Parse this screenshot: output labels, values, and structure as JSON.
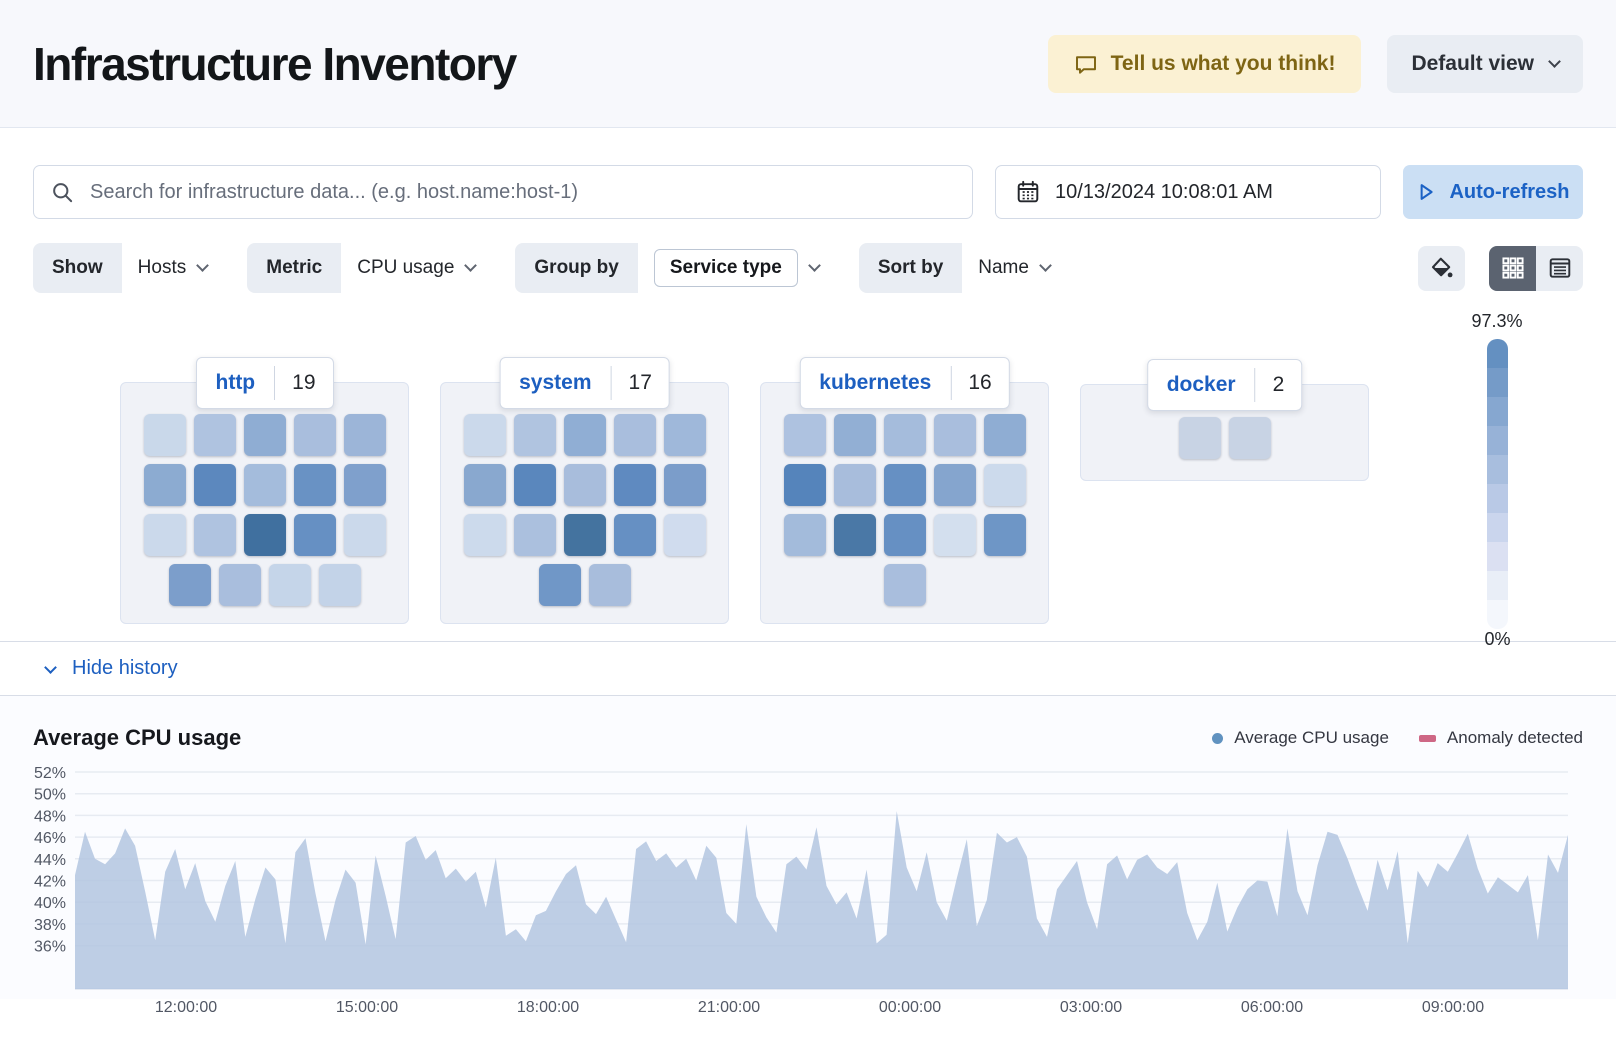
{
  "header": {
    "title": "Infrastructure Inventory",
    "feedback_label": "Tell us what you think!",
    "view_label": "Default view"
  },
  "toolbar": {
    "search_placeholder": "Search for infrastructure data... (e.g. host.name:host-1)",
    "datetime": "10/13/2024 10:08:01 AM",
    "autorefresh_label": "Auto-refresh"
  },
  "filters": {
    "show": {
      "label": "Show",
      "value": "Hosts"
    },
    "metric": {
      "label": "Metric",
      "value": "CPU usage"
    },
    "group_by": {
      "label": "Group by",
      "value": "Service type"
    },
    "sort_by": {
      "label": "Sort by",
      "value": "Name"
    }
  },
  "legend_scale": {
    "max": "97.3%",
    "min": "0%",
    "colors": [
      "#6490c1",
      "#759bc8",
      "#86a7d0",
      "#97b2d7",
      "#a8bede",
      "#b9c9e6",
      "#cad5ed",
      "#dbe0f2",
      "#e9eef7",
      "#f4f7fc"
    ]
  },
  "waffle": {
    "groups": [
      {
        "name": "http",
        "count": 19,
        "rows": [
          [
            "#c9d8ea",
            "#afc3e0",
            "#8fadd3",
            "#a9bedd",
            "#9cb5d8"
          ],
          [
            "#8cabd1",
            "#5c88be",
            "#a4bcdc",
            "#6992c4",
            "#7fa0cc"
          ],
          [
            "#cbd9eb",
            "#afc3e0",
            "#40709f",
            "#6690c3",
            "#cbd9eb"
          ],
          [
            "#7c9ecb",
            "#a9bedd",
            "#c5d5e9",
            "#c3d3e8"
          ]
        ]
      },
      {
        "name": "system",
        "count": 17,
        "rows": [
          [
            "#cbd9eb",
            "#b0c4e0",
            "#90aed4",
            "#a9bedd",
            "#9fb8da"
          ],
          [
            "#89a8cf",
            "#5a87bd",
            "#a8bddc",
            "#5f8ac0",
            "#7b9dca"
          ],
          [
            "#ccdaec",
            "#abc0de",
            "#44739f",
            "#6690c3",
            "#d0dcee"
          ],
          [
            "#7097c7",
            "#a8bddc"
          ]
        ]
      },
      {
        "name": "kubernetes",
        "count": 16,
        "rows": [
          [
            "#aec2e0",
            "#92afd4",
            "#a5bcdc",
            "#a9bedd",
            "#8fadd3"
          ],
          [
            "#5584bb",
            "#a8bddc",
            "#6690c3",
            "#85a5ce",
            "#ccdaec"
          ],
          [
            "#a3bbdb",
            "#4a78a6",
            "#6690c3",
            "#d3dfee",
            "#6e96c6"
          ],
          [
            "#a9bedd"
          ]
        ]
      },
      {
        "name": "docker",
        "count": 2,
        "rows": [
          [
            "#c8d3e4",
            "#c8d3e4"
          ]
        ]
      }
    ]
  },
  "history": {
    "toggle_label": "Hide history"
  },
  "chart_data": {
    "type": "area",
    "title": "Average CPU usage",
    "legend": [
      {
        "label": "Average CPU usage",
        "color": "#6092c0",
        "shape": "dot"
      },
      {
        "label": "Anomaly detected",
        "color": "#ce6785",
        "shape": "bar"
      }
    ],
    "y_ticks": [
      "52%",
      "50%",
      "48%",
      "46%",
      "44%",
      "42%",
      "40%",
      "38%",
      "36%"
    ],
    "ylim": [
      36,
      52
    ],
    "x_ticks": [
      "12:00:00",
      "15:00:00",
      "18:00:00",
      "21:00:00",
      "00:00:00",
      "03:00:00",
      "06:00:00",
      "09:00:00"
    ],
    "series": [
      {
        "name": "Average CPU usage",
        "values": [
          42.5,
          46.5,
          44.0,
          43.5,
          44.5,
          46.8,
          45.2,
          41.0,
          36.5,
          42.8,
          44.9,
          41.2,
          43.6,
          40.1,
          38.2,
          41.5,
          43.8,
          36.8,
          40.3,
          43.2,
          42.1,
          36.2,
          44.6,
          45.9,
          40.8,
          36.4,
          40.2,
          43.0,
          41.8,
          36.1,
          44.3,
          40.6,
          36.6,
          45.5,
          46.1,
          43.9,
          44.8,
          42.2,
          43.1,
          41.9,
          42.8,
          39.5,
          44.1,
          36.9,
          37.5,
          36.4,
          38.8,
          39.2,
          41.0,
          42.6,
          43.4,
          39.8,
          38.9,
          40.5,
          38.4,
          36.3,
          44.9,
          45.6,
          43.8,
          44.5,
          43.2,
          44.0,
          42.0,
          45.2,
          44.1,
          39.0,
          38.0,
          47.2,
          40.5,
          38.6,
          37.2,
          43.5,
          44.2,
          43.0,
          46.9,
          41.5,
          39.8,
          40.9,
          38.5,
          43.0,
          36.2,
          37.0,
          48.4,
          43.2,
          41.0,
          44.6,
          40.0,
          38.3,
          42.2,
          45.8,
          37.8,
          40.2,
          46.4,
          45.5,
          46.0,
          44.2,
          38.5,
          36.8,
          41.2,
          42.5,
          43.8,
          40.0,
          37.5,
          43.5,
          44.3,
          42.1,
          43.9,
          44.4,
          43.2,
          42.6,
          43.7,
          39.0,
          36.5,
          38.2,
          41.8,
          37.3,
          39.5,
          41.2,
          42.0,
          41.9,
          38.7,
          46.8,
          41.0,
          38.8,
          43.4,
          46.5,
          46.2,
          44.0,
          41.5,
          39.2,
          43.9,
          41.1,
          44.7,
          36.2,
          42.9,
          41.4,
          43.6,
          42.8,
          44.5,
          46.3,
          43.1,
          40.8,
          42.3,
          41.6,
          40.9,
          42.5,
          36.5,
          44.4,
          42.7,
          46.2
        ]
      }
    ]
  }
}
